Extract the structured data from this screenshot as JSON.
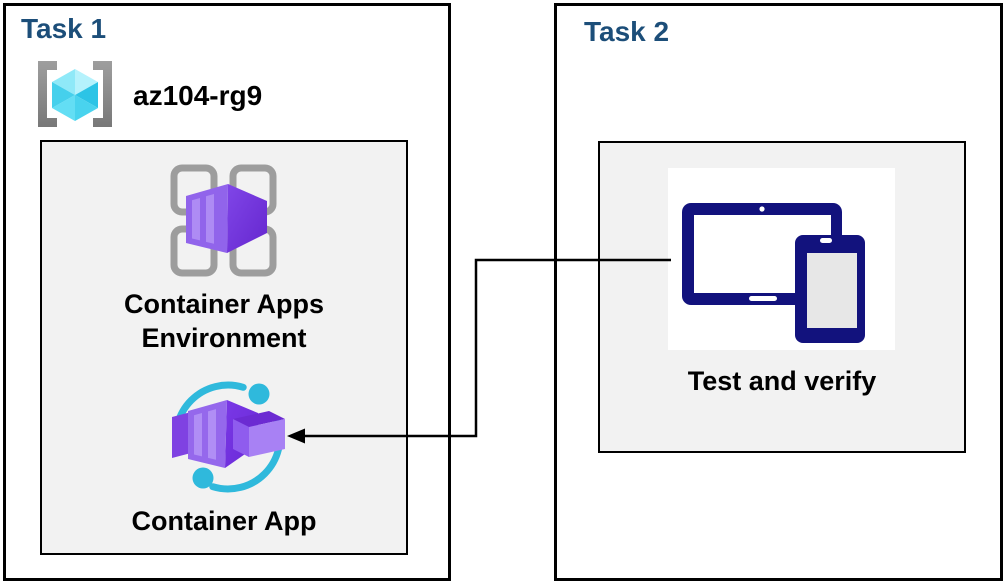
{
  "colors": {
    "title_blue": "#1C4E79",
    "box_bg": "#F2F2F2",
    "border_black": "#000000",
    "azure_cyan": "#2FB9DC",
    "device_navy": "#12127D",
    "purple_light": "#A881F4",
    "purple_mid": "#8B5CE6",
    "purple_dark": "#6926CE",
    "bracket_gray": "#8C8C8C"
  },
  "task1": {
    "title": "Task 1",
    "resource_group_name": "az104-rg9",
    "icons": {
      "resource_group": "resource-group-icon",
      "environment": "container-apps-environment-icon",
      "container_app": "container-app-icon"
    },
    "env_label_line1": "Container Apps",
    "env_label_line2": "Environment",
    "app_label": "Container App"
  },
  "task2": {
    "title": "Task 2",
    "node_label": "Test and verify",
    "icons": {
      "devices": "tablet-and-phone-icon"
    }
  },
  "connector": {
    "description": "elbow arrow from Test and verify node pointing left into Container App icon"
  }
}
